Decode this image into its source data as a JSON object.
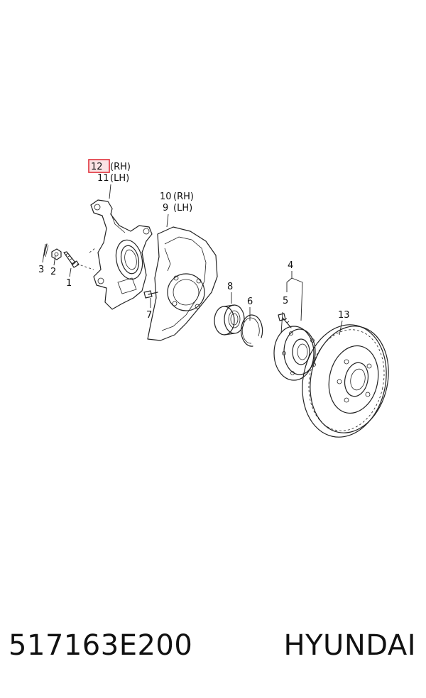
{
  "callouts": {
    "c1": "1",
    "c2": "2",
    "c3": "3",
    "c4": "4",
    "c5": "5",
    "c6": "6",
    "c7": "7",
    "c8": "8",
    "c9": "9",
    "c9_side": "(LH)",
    "c10": "10",
    "c10_side": "(RH)",
    "c11": "11",
    "c11_side": "(LH)",
    "c12": "12",
    "c12_side": "(RH)",
    "c13": "13"
  },
  "highlight_color": "#e0303a",
  "footer": {
    "part_number": "517163E200",
    "brand": "HYUNDAI"
  }
}
